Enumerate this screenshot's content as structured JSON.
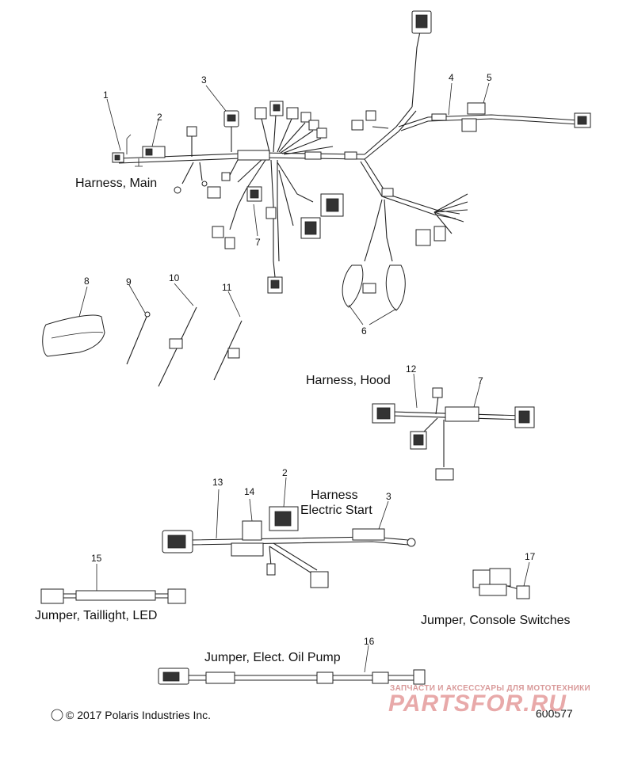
{
  "labels": {
    "harness_main": "Harness, Main",
    "harness_hood": "Harness, Hood",
    "harness_electric_start_1": "Harness",
    "harness_electric_start_2": "Electric Start",
    "jumper_taillight": "Jumper, Taillight, LED",
    "jumper_console": "Jumper, Console Switches",
    "jumper_oil_pump": "Jumper, Elect. Oil Pump"
  },
  "callouts": {
    "c1": "1",
    "c2": "2",
    "c3": "3",
    "c4": "4",
    "c5": "5",
    "c6": "6",
    "c7": "7",
    "c8": "8",
    "c9": "9",
    "c10": "10",
    "c11": "11",
    "c12": "12",
    "c7b": "7",
    "c13": "13",
    "c14": "14",
    "c2b": "2",
    "c3b": "3",
    "c15": "15",
    "c17": "17",
    "c16": "16"
  },
  "copyright": "© 2017 Polaris Industries Inc.",
  "figure_number": "600577",
  "watermark": {
    "tagline": "ЗАПЧАСТИ И АКСЕССУАРЫ ДЛЯ МОТОТЕХНИКИ",
    "brand": "PARTSFOR.RU"
  }
}
